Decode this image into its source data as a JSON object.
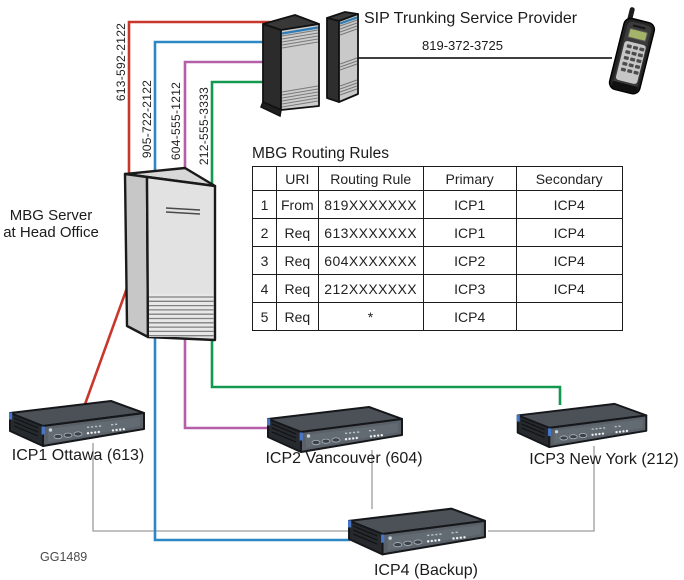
{
  "provider": {
    "label": "SIP Trunking Service Provider",
    "pstn_number": "819-372-3725"
  },
  "mbg": {
    "line1": "MBG Server",
    "line2": "at Head Office"
  },
  "trunks": [
    {
      "number": "613-592-2122"
    },
    {
      "number": "905-722-2122"
    },
    {
      "number": "604-555-1212"
    },
    {
      "number": "212-555-3333"
    }
  ],
  "routing_table": {
    "title": "MBG Routing Rules",
    "headers": [
      "",
      "URI",
      "Routing Rule",
      "Primary",
      "Secondary"
    ],
    "rows": [
      [
        "1",
        "From",
        "819XXXXXXX",
        "ICP1",
        "ICP4"
      ],
      [
        "2",
        "Req",
        "613XXXXXXX",
        "ICP1",
        "ICP4"
      ],
      [
        "3",
        "Req",
        "604XXXXXXX",
        "ICP2",
        "ICP4"
      ],
      [
        "4",
        "Req",
        "212XXXXXXX",
        "ICP3",
        "ICP4"
      ],
      [
        "5",
        "Req",
        "*",
        "ICP4",
        ""
      ]
    ]
  },
  "devices": [
    {
      "id": "icp1",
      "label": "ICP1 Ottawa (613)"
    },
    {
      "id": "icp2",
      "label": "ICP2 Vancouver (604)"
    },
    {
      "id": "icp3",
      "label": "ICP3 New York (212)"
    },
    {
      "id": "icp4",
      "label": "ICP4 (Backup)"
    }
  ],
  "figure_code": "GG1489",
  "colors": {
    "trunk_613": "#c9372c",
    "trunk_905": "#2d87c4",
    "trunk_604": "#b45fa8",
    "trunk_212": "#12994f",
    "pstn": "#000000",
    "failover": "#9c9c9c"
  }
}
